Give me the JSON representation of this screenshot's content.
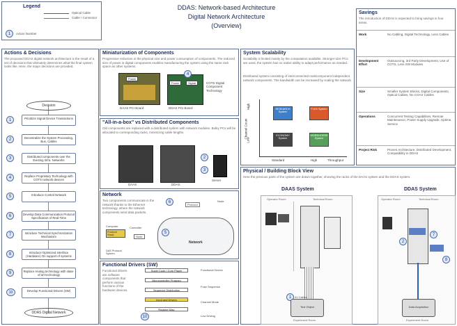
{
  "legend": {
    "title": "Legend",
    "items": [
      "Optical Cable",
      "Cable / Connector"
    ],
    "action_number": "Action Number"
  },
  "header": {
    "title": "DDAS: Network-based Architecture",
    "subtitle": "Digital Network Architecture",
    "subtitle2": "(Overview)"
  },
  "actions": {
    "title": "Actions & Decisions",
    "intro": "The proposed DDAS digital network architecture is the result of a set of decisions that ultimately determines what the final system looks like. Here, the major decisions are provided.",
    "start": "Decision",
    "end": "DDAS Digital Network",
    "steps": [
      {
        "num": "1",
        "label": "Prioritize Signal Device Transactions"
      },
      {
        "num": "2",
        "label": "Decentralize the System Processing, Bus, Cables"
      },
      {
        "num": "3",
        "label": "Distributed components over the Existing Infra. Networks"
      },
      {
        "num": "4",
        "label": "Replace Proprietary Technology with COTS network devices"
      },
      {
        "num": "5",
        "label": "Introduce Control Network"
      },
      {
        "num": "6",
        "label": "Develop Data Communication Protocol Specification of Real-Time"
      },
      {
        "num": "7",
        "label": "Introduce Technical Synchronization Mechanism"
      },
      {
        "num": "8",
        "label": "Introduce Optimized Interface (Hardware) On support of systems"
      },
      {
        "num": "9",
        "label": "Replace Analog technology with state-of-art technology"
      },
      {
        "num": "10",
        "label": "Develop Functional Drivers (SW)"
      }
    ]
  },
  "miniaturization": {
    "title": "Miniaturization of Components",
    "text": "Progressive reduction in the physical size and power consumption of components. The reduced size of power in digital components enables manufacturing the system using the same rack space as other systems.",
    "label_left": "DAAS PCI Board",
    "label_right": "DDAS PCI Board",
    "tags": [
      "Power",
      "Power",
      "Signal"
    ],
    "cots_label": "COTS Digital Component Technology"
  },
  "aio": {
    "title": "\"All-in-a-box\" vs Distributed Components",
    "text": "Old components are replaced with a distributed system with network modules. Bulky PCs will be allocated to corresponding racks, minimizing cable lengths.",
    "label_left": "DAAS",
    "label_right": "DDAS",
    "server_label": "Server"
  },
  "network": {
    "title": "Network",
    "text": "Two components communicate in the network thanks to the Ethernet technology, where the network components send data packets.",
    "items": [
      "Computer",
      "Protocol Stack",
      "Controller",
      "Node",
      "DAS Protocol System"
    ],
    "cloud_label": "Network",
    "top_labels": [
      "Protocol",
      "Node"
    ]
  },
  "drivers": {
    "title": "Functional Drivers (SW)",
    "text": "Functional drivers are software components that perform various functions of the hardware devices.",
    "stack": [
      "Super Code / Core Player",
      "Microcontroller Program",
      "Sequence Distribution",
      "Input and Drivers",
      "Register Map"
    ],
    "right_labels": [
      "Functional Device",
      "Fuse Sequence",
      "Channel Mode",
      "Low Driving"
    ]
  },
  "scalability": {
    "title": "System Scalability",
    "text": "Scalability is limited mainly by the computation available. Stronger-size PCs are used, the system has no native ability to adapt performance as needed.",
    "text2": "Distributed system consisting of interconnected multicomponent independent network components. The bandwidth can be increased by scaling the network.",
    "quadrants": [
      "RESEARCH System",
      "FLEX System",
      "ECONOMY System",
      "WORKHORSE System"
    ],
    "y_axis": "Channel Count",
    "y_high": "High",
    "y_low": "Low",
    "x_labels": [
      "Standard",
      "High",
      "Throughput"
    ]
  },
  "physical": {
    "title": "Physical / Building Block View",
    "text": "Here the previous parts of the system are drawn together, showing the racks of the DAAS system and the DDAS system.",
    "daas_title": "DAAS System",
    "ddas_title": "DDAS System",
    "room_labels": [
      "Operator Room",
      "Technical Room",
      "Experiment Room"
    ],
    "room_labels2": [
      "Operator Room",
      "Technical Room",
      "Experiment Room"
    ],
    "cables_label": "41 Cables",
    "device_labels": [
      "Test Object",
      "Data Acquisition"
    ]
  },
  "savings": {
    "title": "Savings",
    "intro": "The introduction of DDAS is expected to bring savings in four areas.",
    "rows": [
      {
        "key": "Work",
        "value": "No Cabling, Digital Technology, Less Cables"
      },
      {
        "key": "Development Effort",
        "value": "Outsourcing, 3rd Party Development, Use of COTS, Less SW Modules"
      },
      {
        "key": "Size",
        "value": "Smaller System Blocks, Digital Components, Optical Cables, No COAX Cables"
      },
      {
        "key": "Operations",
        "value": "Concurrent Testing Capabilities, Remote Maintenance, Power Supply Upgrade, Uptime, Service"
      },
      {
        "key": "Project Risk",
        "value": "Proven Architecture, Distributed Development, Compatibility in DDAS"
      }
    ]
  }
}
